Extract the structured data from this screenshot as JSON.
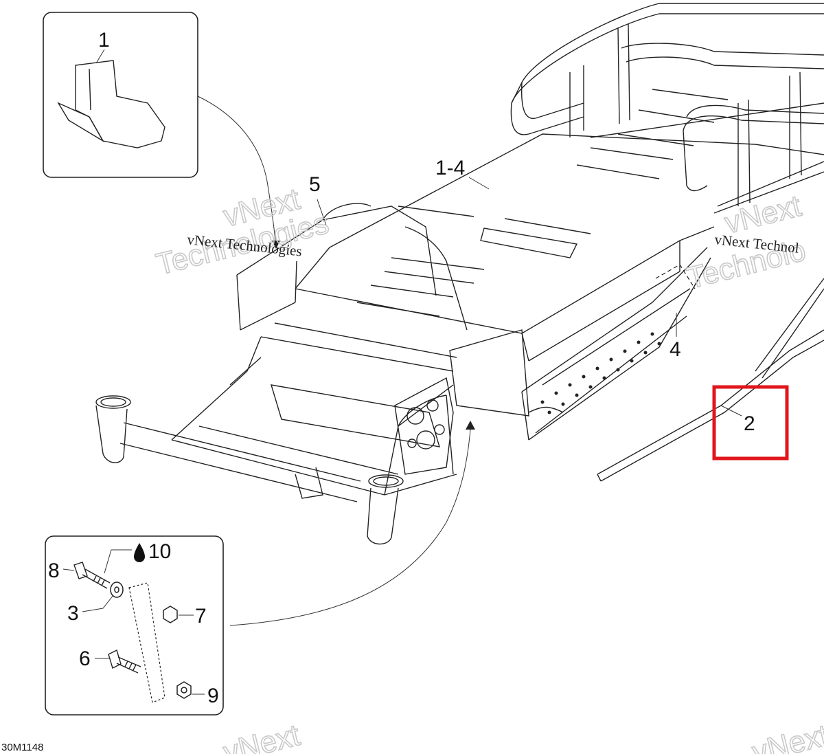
{
  "callouts": {
    "c1": "1",
    "c1_4": "1-4",
    "c5": "5",
    "c4": "4",
    "c2": "2",
    "c10": "10",
    "c8": "8",
    "c3": "3",
    "c7": "7",
    "c6": "6",
    "c9": "9"
  },
  "watermark": {
    "line_text": "vNext Technologies",
    "line_text_right": "vNext Technol",
    "big_word_1": "vNext",
    "big_word_2": "Technologies",
    "big_word_2_right": "Technolo"
  },
  "reference_code": "30M1148",
  "highlight": {
    "color": "#e0161b",
    "target": "2"
  },
  "icons": {
    "drop": "oil-drop-icon"
  }
}
